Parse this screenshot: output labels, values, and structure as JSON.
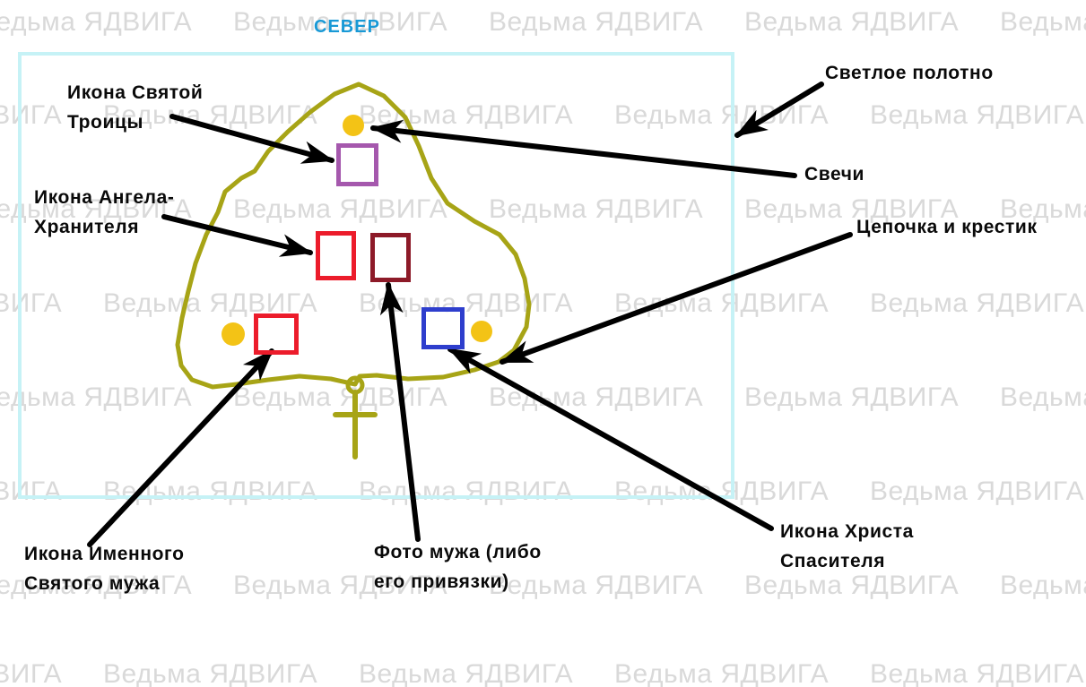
{
  "watermark": {
    "text": "Ведьма ЯДВИГА",
    "color": "#d9d9d9",
    "rows_y": [
      8,
      112,
      217,
      322,
      427,
      532,
      637,
      736
    ],
    "row_offsets": [
      -25,
      -170,
      -25,
      -170,
      -25,
      -170,
      -25,
      -170
    ],
    "pitch": 285,
    "cols": 5
  },
  "compass": {
    "label": "СЕВЕР",
    "color": "#1899d6"
  },
  "cloth": {
    "border_color": "#c6f2f6"
  },
  "palette": {
    "arrow": "#000000",
    "chain": "#a7a416",
    "candle": "#f3c316"
  },
  "items": {
    "trinity": {
      "label_line1": "Икона Святой",
      "label_line2": "Троицы",
      "square_color": "#a558ad"
    },
    "guardian": {
      "label_line1": "Икона Ангела-",
      "label_line2": "Хранителя",
      "square_color": "#ec1c2b"
    },
    "cloth_label": {
      "text": "Светлое полотно"
    },
    "candles": {
      "text": "Свечи"
    },
    "chain": {
      "text": "Цепочка и крестик"
    },
    "name_saint": {
      "label_line1": "Икона Именного",
      "label_line2": "Святого мужа",
      "square_color": "#ec1c2b"
    },
    "photo": {
      "label_line1": "Фото мужа (либо",
      "label_line2": "его привязки)",
      "square_color": "#8d1a28"
    },
    "christ": {
      "label_line1": "Икона Христа",
      "label_line2": "Спасителя",
      "square_color": "#2e3ecd"
    }
  }
}
